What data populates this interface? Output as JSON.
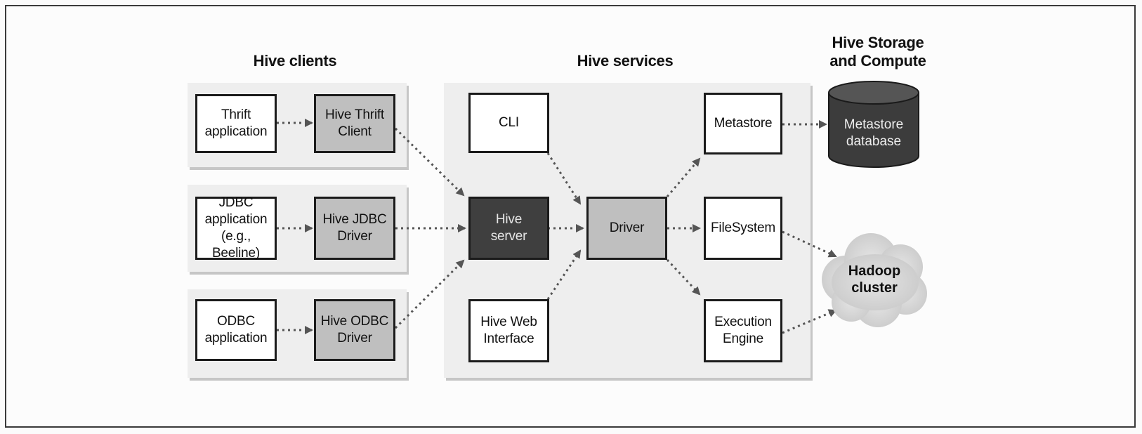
{
  "headings": {
    "clients": "Hive clients",
    "services": "Hive services",
    "storage": "Hive Storage\nand Compute"
  },
  "clients": {
    "thrift_app": "Thrift\napplication",
    "thrift_client": "Hive Thrift\nClient",
    "jdbc_app": "JDBC\napplication\n(e.g., Beeline)",
    "jdbc_driver": "Hive JDBC\nDriver",
    "odbc_app": "ODBC\napplication",
    "odbc_driver": "Hive ODBC\nDriver"
  },
  "services": {
    "cli": "CLI",
    "hive_server": "Hive\nserver",
    "web_interface": "Hive Web\nInterface",
    "driver": "Driver",
    "metastore": "Metastore",
    "filesystem": "FileSystem",
    "execution_engine": "Execution\nEngine"
  },
  "storage": {
    "metastore_db": "Metastore\ndatabase",
    "hadoop_cluster": "Hadoop\ncluster"
  },
  "colors": {
    "shaded_box": "#bfbfbf",
    "dark_box": "#3f3f3f",
    "arrow": "#555555",
    "cylinder": "#3c3c3c",
    "cloud": "#d4d4d4"
  }
}
